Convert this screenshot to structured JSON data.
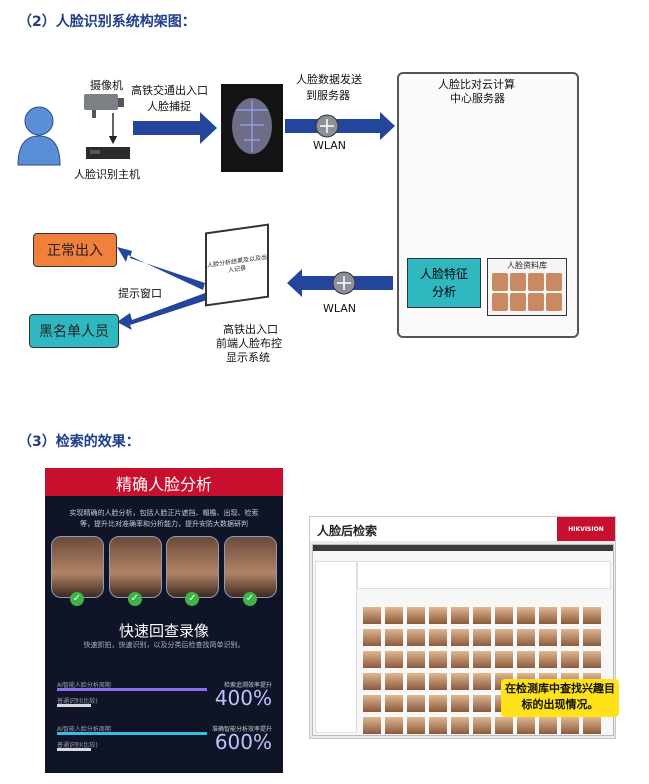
{
  "section2": {
    "title": "（2）人脸识别系统构架图："
  },
  "diagram": {
    "camera": "摄像机",
    "host": "人脸识别主机",
    "entrance": "高铁交通出入口",
    "capture": "人脸捕捉",
    "send": "人脸数据发送",
    "to_server": "到服务器",
    "wlan_top": "WLAN",
    "cloud_line1": "人脸比对云计算",
    "cloud_line2": "中心服务器",
    "feature_line1": "人脸特征",
    "feature_line2": "分析",
    "library": "人脸资料库",
    "wlan_bottom": "WLAN",
    "normal": "正常出入",
    "prompt": "提示窗口",
    "blacklist": "黑名单人员",
    "display_line1": "高铁出入口",
    "display_line2": "前端人脸布控",
    "display_line3": "显示系统",
    "monitor_text": "人脸分析结果及以及出入记录",
    "colors": {
      "arrow": "#24459c",
      "normal_box": "#f0803c",
      "blacklist_box": "#2fb8c0",
      "feature_box": "#2fb8c0"
    }
  },
  "section3": {
    "title": "（3）检索的效果："
  },
  "analysis_panel": {
    "title": "精确人脸分析",
    "desc": "实现精确的人脸分析，包括人脸正片遮挡、帽檐、出现、检索等，提升比对准确率和分析能力，提升安防大数据研判",
    "quick_title": "快速回查录像",
    "quick_sub": "快速抓拍，快速识别，以及分类后检查找简单识别。",
    "bar1_label": "AI智能人脸分析周期",
    "bar1_caption": "检索追溯效率提升",
    "bar1_value": "400%",
    "bar1_fill": 1.0,
    "bar2_label": "AI智能人脸分析周期",
    "bar2_caption": "准确智能分析效率提升",
    "bar2_value": "600%",
    "bar2_fill": 1.0,
    "grey_label": "普通识别(比较)",
    "colors": {
      "header": "#c8102e",
      "bar1": "#8a6cf0",
      "bar2": "#33c0e0"
    }
  },
  "search_shot": {
    "title": "人脸后检索",
    "brand": "HIKVISION",
    "callout": "在检测库中查找兴趣目标的出现情况。"
  }
}
